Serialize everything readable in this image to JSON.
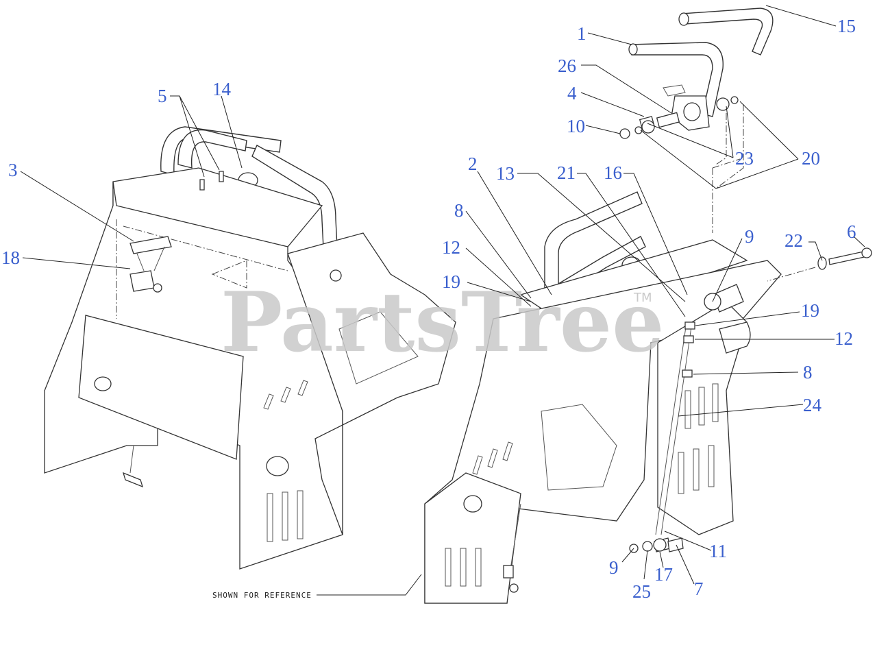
{
  "watermark": {
    "text": "PartsTree",
    "tm": "TM",
    "color": "#c9c9c9"
  },
  "reference_note": "SHOWN FOR REFERENCE",
  "callout_color": "#3a5fcd",
  "callouts": {
    "c1": "1",
    "c2": "2",
    "c3": "3",
    "c4": "4",
    "c5": "5",
    "c6": "6",
    "c7": "7",
    "c8a": "8",
    "c8b": "8",
    "c9a": "9",
    "c9b": "9",
    "c10": "10",
    "c11": "11",
    "c12a": "12",
    "c12b": "12",
    "c13": "13",
    "c14": "14",
    "c15": "15",
    "c16": "16",
    "c17": "17",
    "c18": "18",
    "c19a": "19",
    "c19b": "19",
    "c20": "20",
    "c21": "21",
    "c22": "22",
    "c23": "23",
    "c24": "24",
    "c25": "25",
    "c26": "26"
  }
}
